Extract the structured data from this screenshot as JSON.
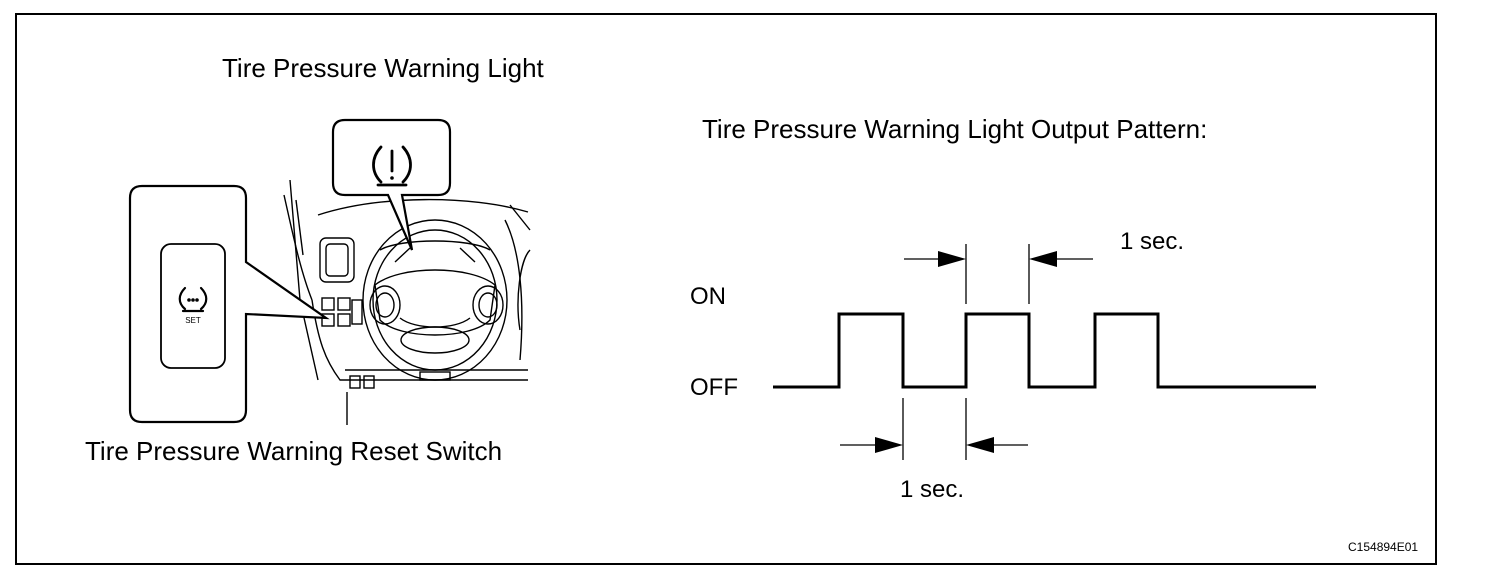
{
  "diagram": {
    "light_title": "Tire Pressure Warning Light",
    "switch_title": "Tire Pressure Warning Reset Switch",
    "pattern_title": "Tire Pressure Warning Light Output Pattern:",
    "on_label": "ON",
    "off_label": "OFF",
    "interval_top": "1 sec.",
    "interval_bottom": "1 sec.",
    "switch_caption": "SET",
    "figure_code": "C154894E01",
    "icons": {
      "warning_light": "tire-pressure-warning-icon",
      "reset_switch": "tire-pressure-reset-icon"
    }
  }
}
